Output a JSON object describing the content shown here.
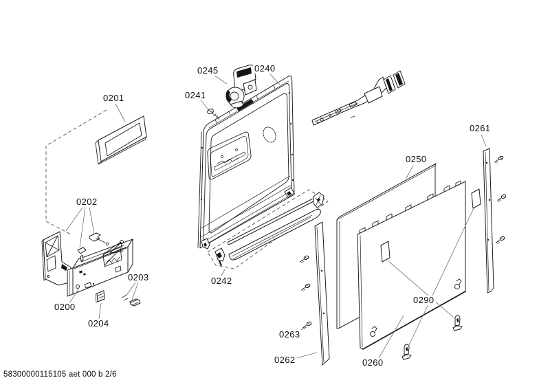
{
  "diagram": {
    "type": "exploded-parts-diagram",
    "subject": "appliance door assembly",
    "colors": {
      "line": "#1c1c1c",
      "leader": "#6f6f6f",
      "background": "#ffffff"
    }
  },
  "labels": {
    "p0201": "0201",
    "p0202": "0202",
    "p0200": "0200",
    "p0203": "0203",
    "p0204": "0204",
    "p0245": "0245",
    "p0240": "0240",
    "p0241": "0241",
    "p0242": "0242",
    "p0250": "0250",
    "p0261": "0261",
    "p0262": "0262",
    "p0263": "0263",
    "p0260": "0260",
    "p0290": "0290"
  },
  "footer": {
    "doc_code": "58300000115105 aet 000 b 2/6"
  }
}
